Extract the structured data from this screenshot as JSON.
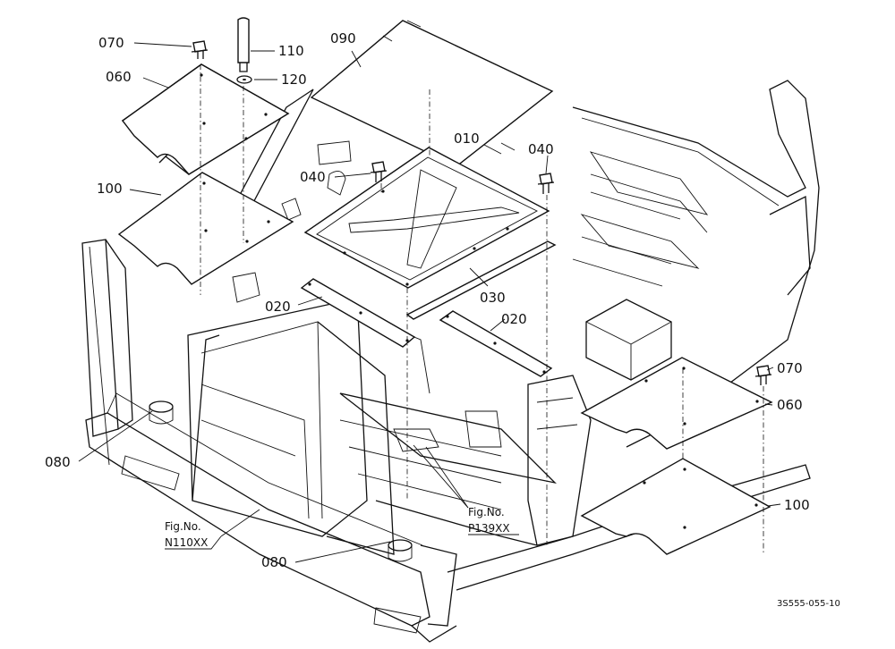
{
  "callouts": {
    "c070a": "070",
    "c110": "110",
    "c090": "090",
    "c060a": "060",
    "c120": "120",
    "c010": "010",
    "c040a": "040",
    "c040b": "040",
    "c100a": "100",
    "c030": "030",
    "c020a": "020",
    "c020b": "020",
    "c070b": "070",
    "c060b": "060",
    "c080a": "080",
    "c100b": "100",
    "c080b": "080"
  },
  "references": {
    "fig_label_left": "Fig.No.",
    "fig_ref_left": "N110XX",
    "fig_label_right": "Fig.No.",
    "fig_ref_right": "P139XX"
  },
  "drawing_code": "3S555-055-10"
}
